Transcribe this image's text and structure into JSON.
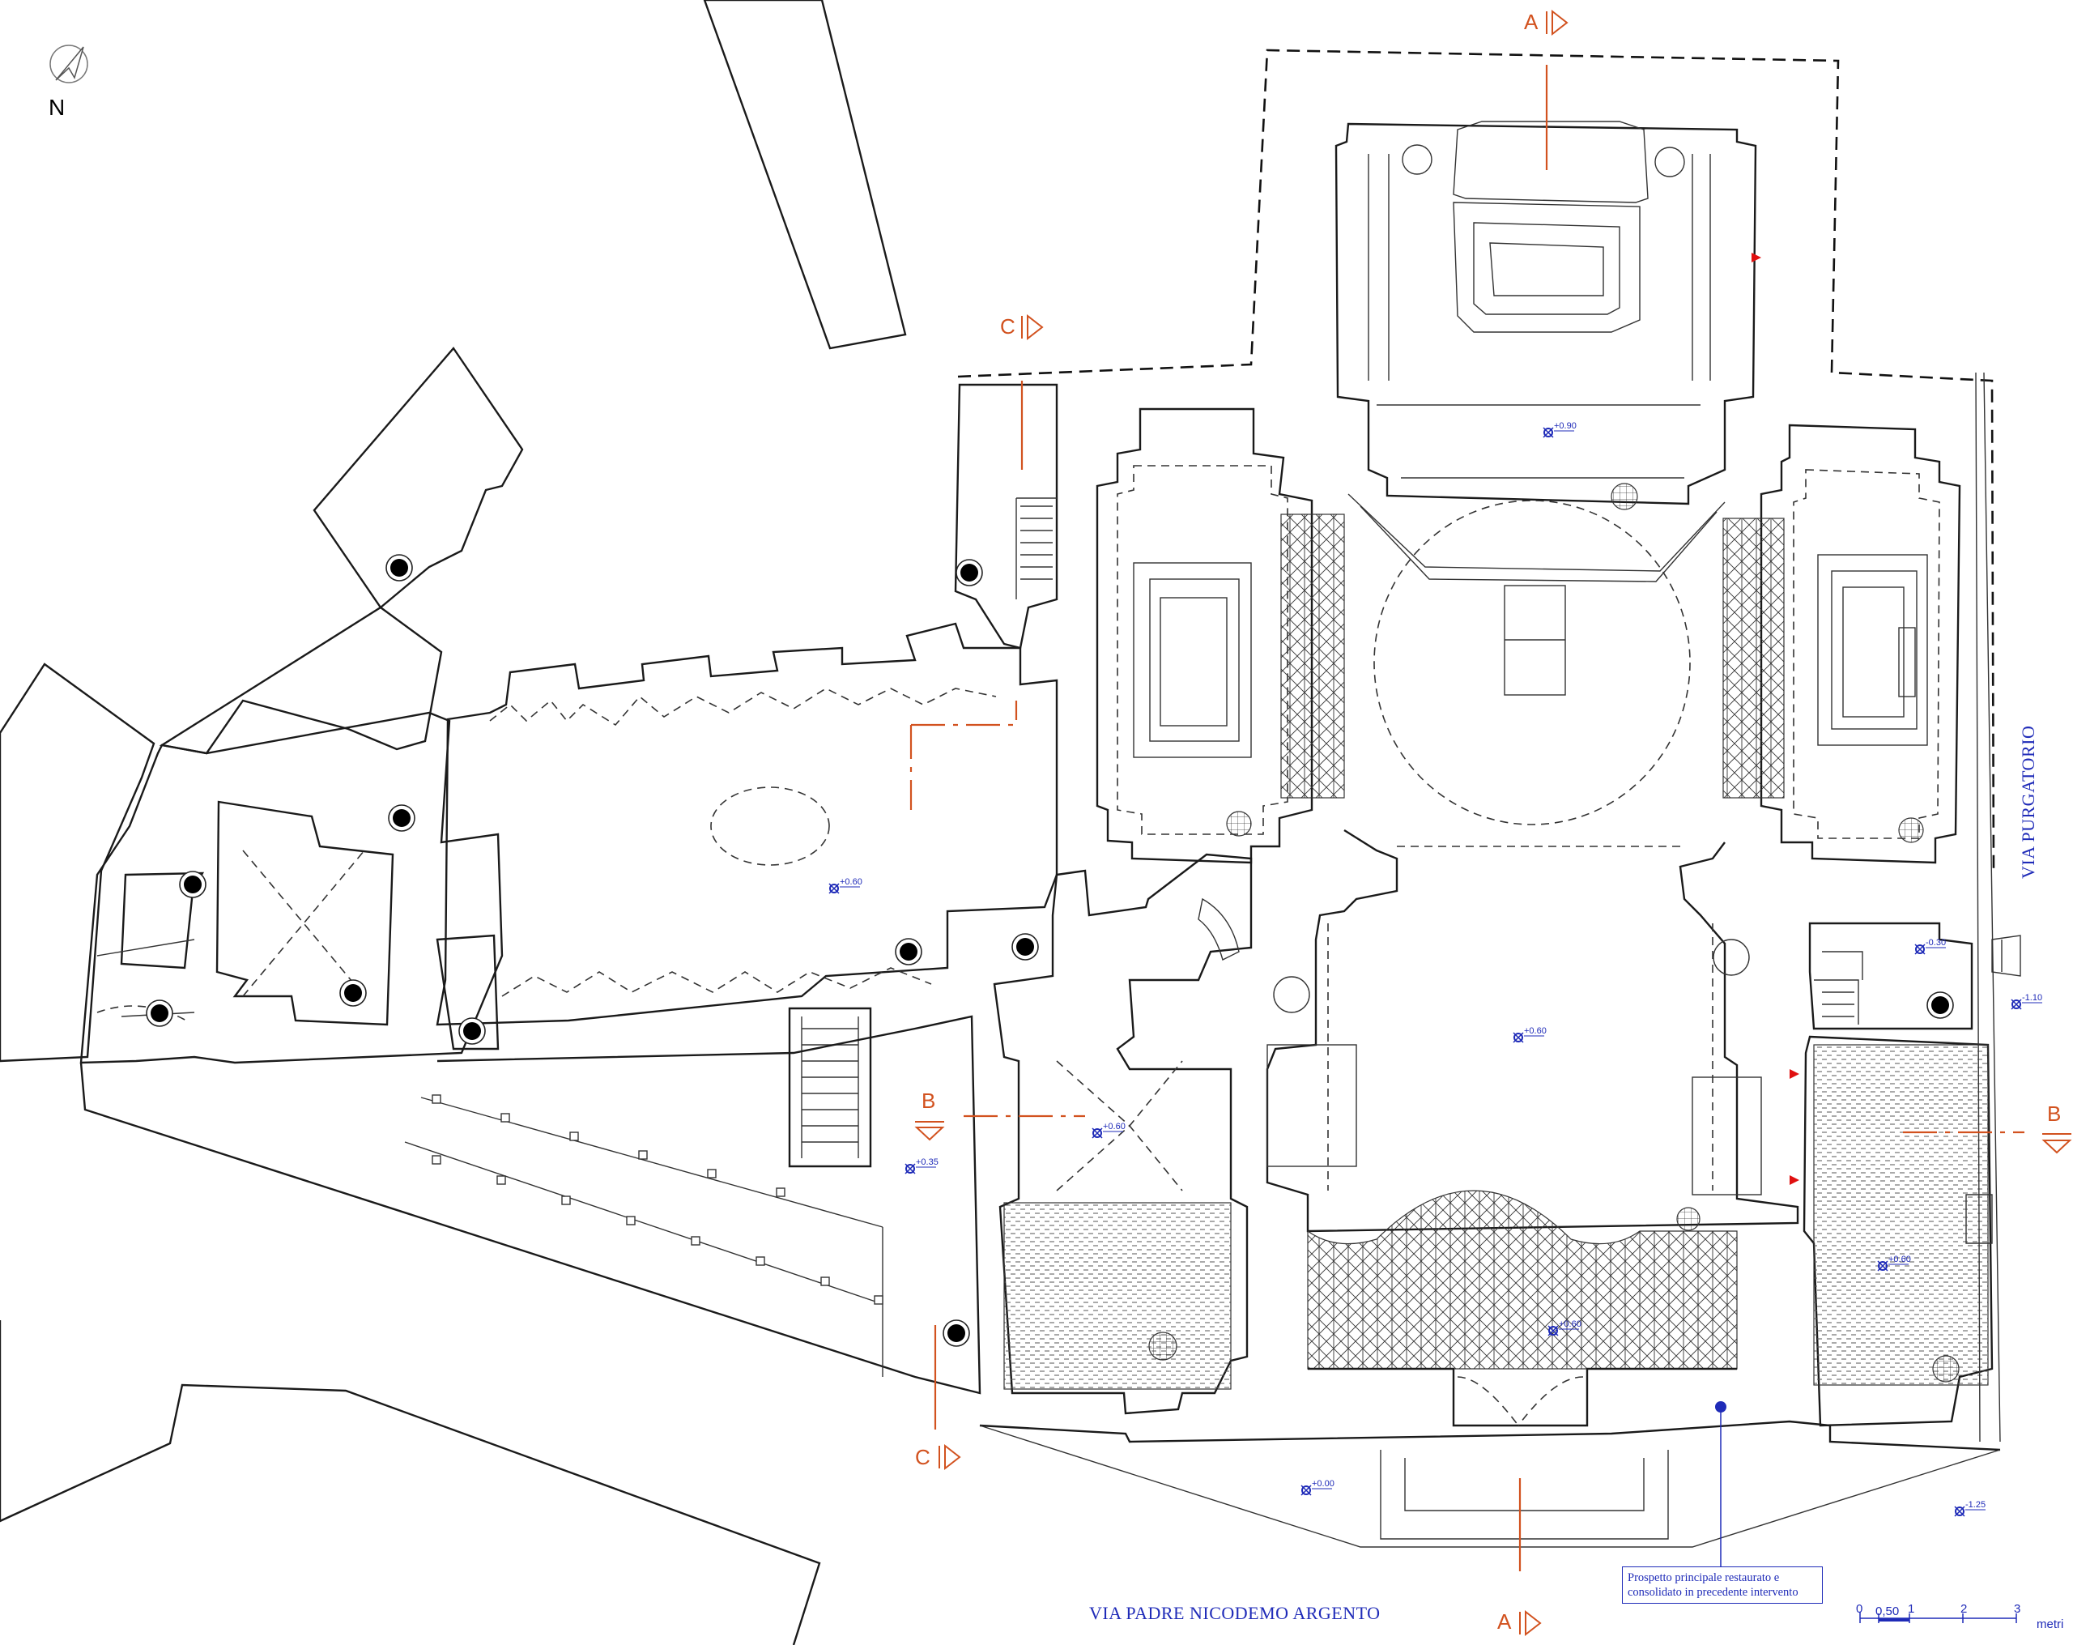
{
  "north_label": "N",
  "sections": {
    "a_top": "A",
    "a_bottom": "A",
    "b_left": "B",
    "b_right": "B",
    "c_top": "C",
    "c_bottom": "C"
  },
  "levels": {
    "choir": "+0.90",
    "oratory": "+0.60",
    "nave": "+0.60",
    "vestibule": "+0.60",
    "passage": "+0.35",
    "right_room": "+0.60",
    "portal": "+0.60",
    "street_left": "+0.00",
    "street_right": "-1.25",
    "stair_right": "-0.30",
    "outside_right": "-1.10"
  },
  "streets": {
    "bottom": "VIA PADRE NICODEMO ARGENTO",
    "right": "VIA PURGATORIO"
  },
  "note": {
    "line1": "Prospetto principale restaurato e",
    "line2": "consolidato in precedente intervento"
  },
  "scale": {
    "ticks": [
      "0",
      "0,50",
      "1",
      "2",
      "3"
    ],
    "unit": "metri"
  },
  "colors": {
    "section_marks": "#d2521f",
    "annotations": "#1f2bb8",
    "walls": "#1a1a1a",
    "arrows": "#e01010"
  }
}
